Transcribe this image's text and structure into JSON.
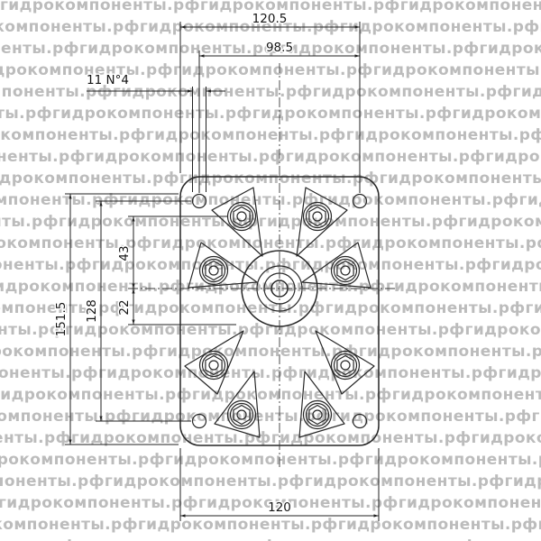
{
  "watermark": {
    "text": "гидрокомпоненты.рф"
  },
  "dims": {
    "top_width": "120.5",
    "hole_spacing_h": "98.5",
    "hole_note": "11 N°4",
    "height_overall": "151.5",
    "hole_spacing_v": "128",
    "upper_offset": "43",
    "lower_offset": "22",
    "bottom_width": "120"
  },
  "colors": {
    "line": "#272727",
    "watermark": "#bcbcbc",
    "background": "#ffffff"
  }
}
